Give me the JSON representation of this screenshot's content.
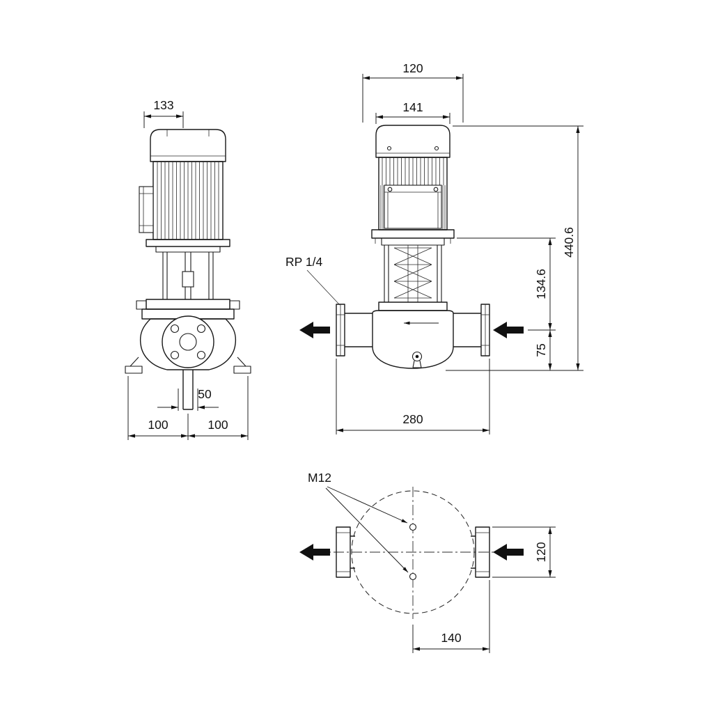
{
  "colors": {
    "line": "#181818",
    "background": "#ffffff"
  },
  "side_view": {
    "dim_motor_depth": "133",
    "dim_port_bore": "50",
    "dim_base_left": "100",
    "dim_base_right": "100"
  },
  "front_view": {
    "dim_top_width": "120",
    "dim_motor_width": "141",
    "gauge_port_label": "RP 1/4",
    "dim_total_height": "440.6",
    "dim_head_height": "134.6",
    "dim_port_height": "75",
    "dim_flange_to_flange": "280"
  },
  "top_view": {
    "bolt_hole_label": "M12",
    "dim_flange_width": "120",
    "dim_center_to_flange_face": "140"
  }
}
